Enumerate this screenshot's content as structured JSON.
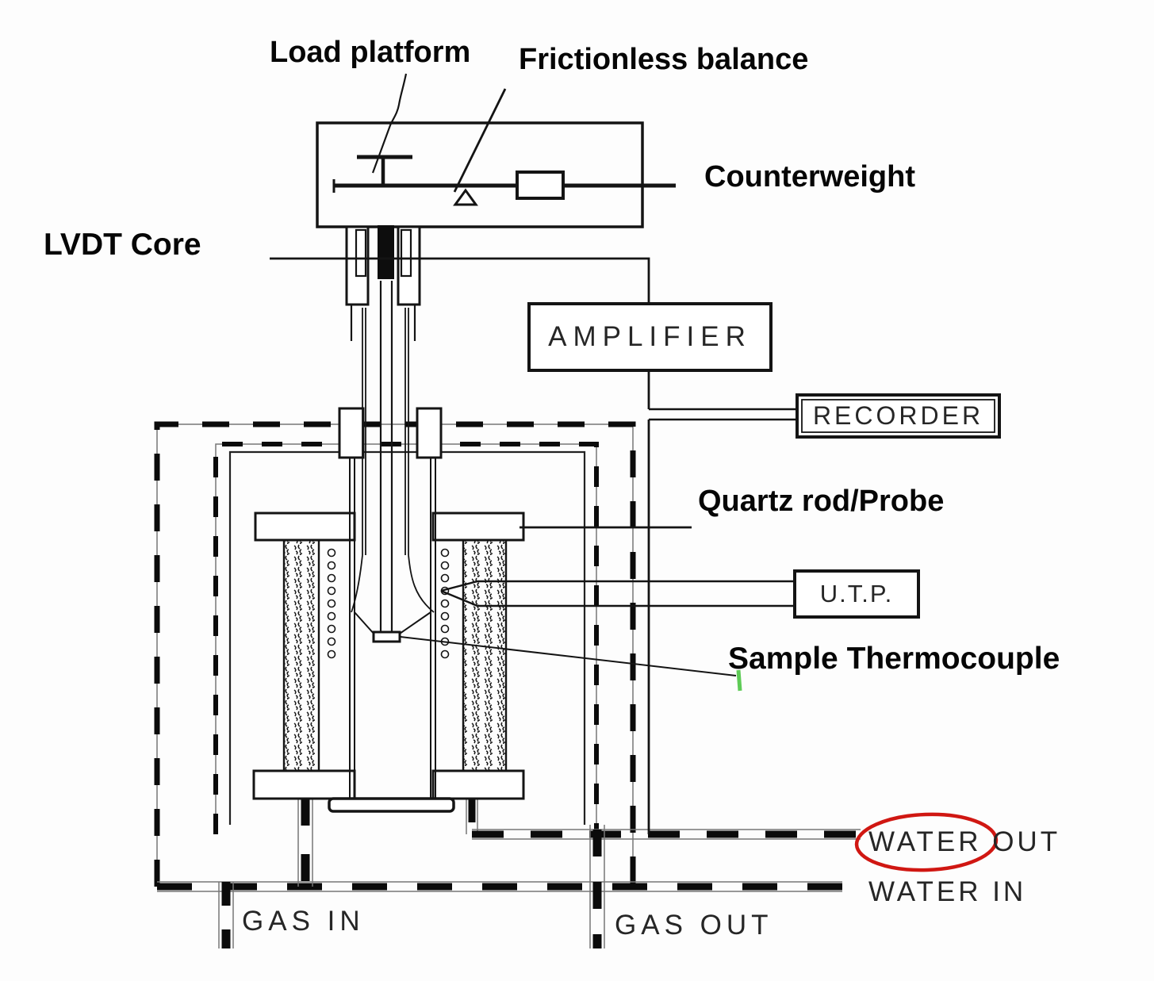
{
  "diagram": {
    "annotations": {
      "load_platform": "Load platform",
      "frictionless_balance": "Frictionless balance",
      "counterweight": "Counterweight",
      "lvdt_core": "LVDT Core",
      "quartz_rod_probe": "Quartz rod/Probe",
      "sample_thermocouple": "Sample Thermocouple"
    },
    "component_boxes": {
      "amplifier": "AMPLIFIER",
      "recorder": "RECORDER",
      "utp": "U.T.P."
    },
    "ports": {
      "gas_in": "GAS IN",
      "gas_out": "GAS OUT",
      "water_out": "WATER OUT",
      "water_in": "WATER IN"
    },
    "colors": {
      "ink": "#161616",
      "highlight_red": "#d01712",
      "artifact_green": "#4cc544",
      "background": "#fdfdfd"
    }
  }
}
